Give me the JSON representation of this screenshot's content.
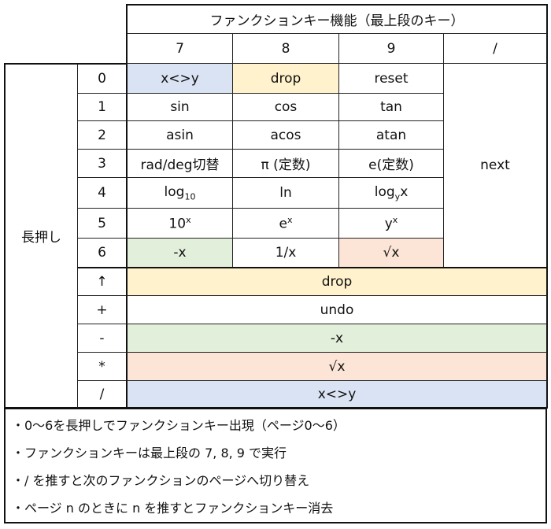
{
  "header": {
    "title": "ファンクションキー機能（最上段のキー）",
    "cols": [
      "7",
      "8",
      "9",
      "/"
    ]
  },
  "long_press_label": "長押し",
  "pages": [
    {
      "key": "0",
      "f7": "x<>y",
      "f8": "drop",
      "f9": "reset"
    },
    {
      "key": "1",
      "f7": "sin",
      "f8": "cos",
      "f9": "tan"
    },
    {
      "key": "2",
      "f7": "asin",
      "f8": "acos",
      "f9": "atan"
    },
    {
      "key": "3",
      "f7": "rad/deg切替",
      "f8": "π (定数)",
      "f9": "e(定数)"
    },
    {
      "key": "4",
      "f7": {
        "base": "log",
        "sub": "10"
      },
      "f8": "ln",
      "f9": {
        "base": "log",
        "sub": "y",
        "tail": "x"
      }
    },
    {
      "key": "5",
      "f7": {
        "base": "10",
        "sup": "x"
      },
      "f8": {
        "base": "e",
        "sup": "x"
      },
      "f9": {
        "base": "y",
        "sup": "x"
      }
    },
    {
      "key": "6",
      "f7": "-x",
      "f8": "1/x",
      "f9": "√x"
    }
  ],
  "next_label": "next",
  "ops": [
    {
      "key": "↑",
      "label": "drop"
    },
    {
      "key": "+",
      "label": "undo"
    },
    {
      "key": "-",
      "label": "-x"
    },
    {
      "key": "*",
      "label": "√x"
    },
    {
      "key": "/",
      "label": "x<>y"
    }
  ],
  "notes": [
    "・0〜6を長押しでファンクションキー出現（ページ0〜6）",
    "・ファンクションキーは最上段の 7, 8, 9 で実行",
    "・/ を推すと次のファンクションのページへ切り替え",
    "・ページ n のときに n を推すとファンクションキー消去"
  ],
  "colors": {
    "blue": "#dae3f3",
    "yellow": "#fff2cc",
    "green": "#e2efda",
    "salmon": "#fce4d6"
  }
}
